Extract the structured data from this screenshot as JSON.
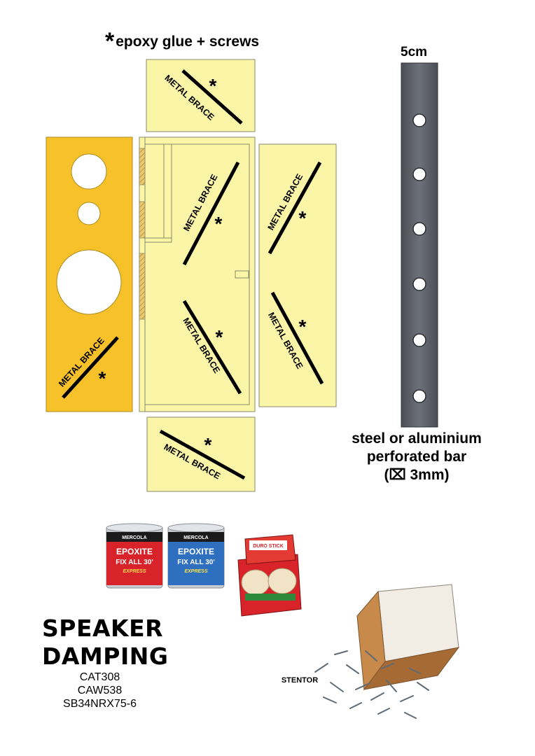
{
  "header": {
    "star": "*",
    "note": "epoxy glue + screws"
  },
  "panels": {
    "brace_label": "METAL BRACE",
    "star": "*"
  },
  "bar": {
    "width_label": "5cm",
    "caption_lines": [
      "steel or aluminium",
      "perforated bar",
      "(⌧ 3mm)"
    ]
  },
  "products": {
    "title_lines": [
      "SPEAKER",
      "DAMPING"
    ],
    "models": [
      "CAT308",
      "CAW538",
      "SB34NRX75-6"
    ],
    "epoxy_tin_label": "EPOXITE",
    "epoxy_tin_sublabel": "FIX ALL 30'",
    "epoxy_tin_tag": "EXPRESS",
    "epoxy_brand": "MERCOLA",
    "duro_brand": "DURO STICK",
    "screws_brand": "STENTOR"
  },
  "colors": {
    "front_panel": "#f7c12a",
    "side_panel": "#fbf5a8",
    "outline": "#8a8a6a",
    "bar": "#5d6068",
    "epoxy_red": "#d8232a",
    "epoxy_blue": "#2f6fc0"
  }
}
